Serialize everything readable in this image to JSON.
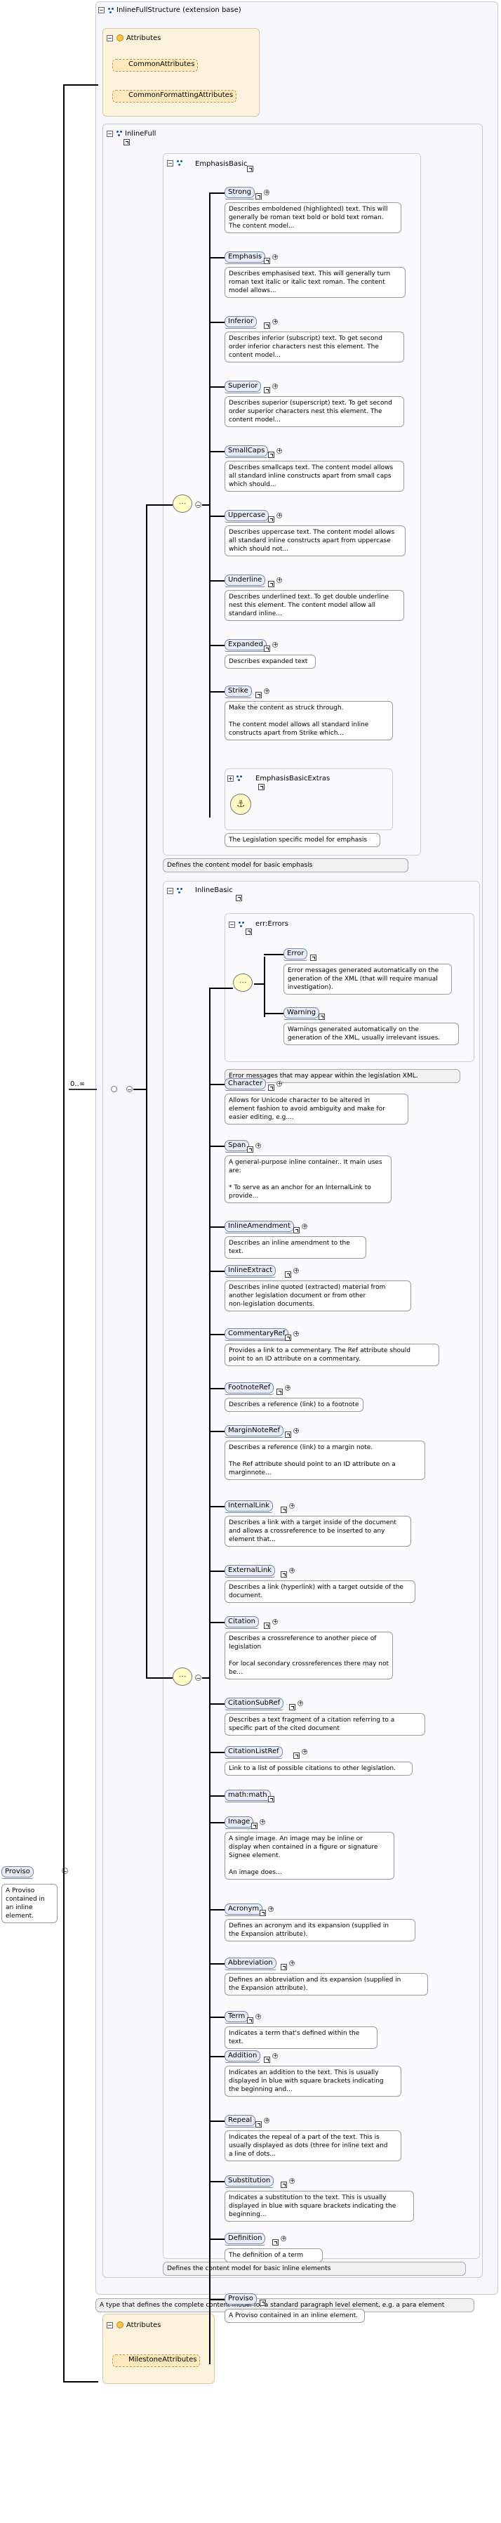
{
  "root": {
    "label": "Proviso",
    "description": "A Proviso contained in an inline element."
  },
  "outer_group": {
    "title": "InlineFullStructure (extension base)"
  },
  "attributes_group_1": {
    "title": "Attributes",
    "items": [
      "CommonAttributes",
      "CommonFormattingAttributes"
    ]
  },
  "attributes_group_2": {
    "title": "Attributes",
    "items": [
      "MilestoneAttributes"
    ]
  },
  "inline_full": {
    "title": "InlineFull"
  },
  "cardinality": "0..∞",
  "emphasis_basic": {
    "title": "EmphasisBasic",
    "elements": [
      {
        "name": "Strong",
        "desc": "Describes emboldened (highlighted) text. This will\ngenerally be roman text bold or bold text roman.\nThe content model..."
      },
      {
        "name": "Emphasis",
        "desc": "Describes emphasised text. This will generally turn\nroman text italic or italic text roman. The content\nmodel allows..."
      },
      {
        "name": "Inferior",
        "desc": "Describes inferior (subscript) text. To get second\norder inferior characters nest this element. The\ncontent model..."
      },
      {
        "name": "Superior",
        "desc": "Describes superior (superscript) text. To get second\norder superior characters nest this element. The\ncontent model..."
      },
      {
        "name": "SmallCaps",
        "desc": "Describes smallcaps text. The content model allows\nall standard inline constructs apart from small caps\nwhich should..."
      },
      {
        "name": "Uppercase",
        "desc": "Describes uppercase text. The content model allows\nall standard inline constructs apart from uppercase\nwhich should not..."
      },
      {
        "name": "Underline",
        "desc": "Describes underlined text. To get double underline\nnest this element. The content model allow all\nstandard inline..."
      },
      {
        "name": "Expanded",
        "desc": "Describes expanded text"
      },
      {
        "name": "Strike",
        "desc": "Make the content as struck through.\n\nThe content model allows all standard inline\nconstructs apart from Strike which..."
      }
    ],
    "extras_title": "EmphasisBasicExtras",
    "extras_desc": "The Legislation specific model for emphasis",
    "note": "Defines the content model for basic emphasis"
  },
  "inline_basic": {
    "title": "InlineBasic",
    "errors": {
      "title": "err:Errors",
      "elements": [
        {
          "name": "Error",
          "desc": "Error messages generated automatically on the\ngeneration of the XML (that will require manual\ninvestigation)."
        },
        {
          "name": "Warning",
          "desc": "Warnings generated automatically on the\ngeneration of the XML, usually irrelevant issues."
        }
      ],
      "note": "Error messages that may appear within the legislation XML."
    },
    "elements": [
      {
        "name": "Character",
        "desc": "Allows for Unicode character to be altered in\nelement fashion to avoid ambiguity and make for\neasier editing, e.g...."
      },
      {
        "name": "Span",
        "desc": "A general-purpose inline container.. It main uses\nare:\n\n* To serve as an anchor for an InternalLink to\nprovide..."
      },
      {
        "name": "InlineAmendment",
        "desc": "Describes an inline amendment to the text."
      },
      {
        "name": "InlineExtract",
        "desc": "Describes inline quoted (extracted) material from\nanother legislation document or from other\nnon-legislation documents."
      },
      {
        "name": "CommentaryRef",
        "desc": "Provides a link to a commentary. The Ref attribute should\npoint to an ID attribute on a commentary."
      },
      {
        "name": "FootnoteRef",
        "desc": "Describes a reference (link) to a footnote"
      },
      {
        "name": "MarginNoteRef",
        "desc": "Describes a reference (link) to a margin note.\n\nThe Ref attribute should point to an ID attribute on a\nmarginnote..."
      },
      {
        "name": "InternalLink",
        "desc": "Describes a link with a target inside of the document\nand allows a crossreference to be inserted to any\nelement that..."
      },
      {
        "name": "ExternalLink",
        "desc": "Describes a link (hyperlink) with a target outside of the\ndocument."
      },
      {
        "name": "Citation",
        "desc": "Describes a crossreference to another piece of\nlegislation\n\nFor local secondary crossreferences there may not\nbe..."
      },
      {
        "name": "CitationSubRef",
        "desc": "Describes a text fragment of a citation referring to a\nspecific part of the cited document"
      },
      {
        "name": "CitationListRef",
        "desc": "Link to a list of possible citations to other legislation."
      },
      {
        "name": "math:math",
        "desc": ""
      },
      {
        "name": "Image",
        "desc": "A single image. An image may be inline or\ndisplay when contained in a figure or signature\nSignee element.\n\nAn image does..."
      },
      {
        "name": "Acronym",
        "desc": "Defines an acronym and its expansion (supplied in\nthe Expansion attribute)."
      },
      {
        "name": "Abbreviation",
        "desc": "Defines an abbreviation and its expansion (supplied in\nthe Expansion attribute)."
      },
      {
        "name": "Term",
        "desc": "Indicates a term that's defined within the text."
      },
      {
        "name": "Addition",
        "desc": "Indicates an addition to the text. This is usually\ndisplayed in blue with square brackets indicating\nthe beginning and..."
      },
      {
        "name": "Repeal",
        "desc": "Indicates the repeal of a part of the text. This is\nusually displayed as dots (three for inline text and\na line of dots..."
      },
      {
        "name": "Substitution",
        "desc": "Indicates a substitution to the text. This is usually\ndisplayed in blue with square brackets indicating the\nbeginning..."
      },
      {
        "name": "Definition",
        "desc": "The definition of a term"
      },
      {
        "name": "Proviso",
        "desc": "A Proviso contained in an inline element."
      }
    ],
    "note": "Defines the content model for basic inline elements"
  },
  "outer_note": "A type that defines the complete content model for a standard paragraph level element, e.g. a para element"
}
